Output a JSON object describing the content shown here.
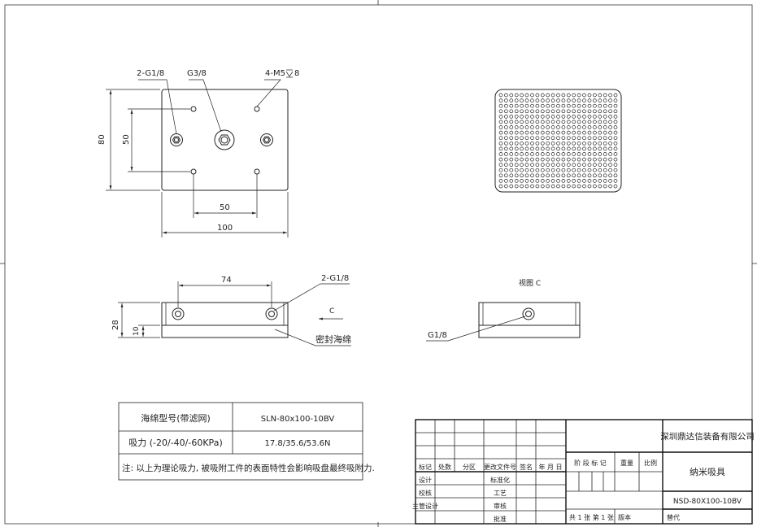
{
  "top_view": {
    "label_holes_g18": "2-G1/8",
    "label_center_port": "G3/8",
    "label_m5": "4-M5",
    "label_m5_depth": "8",
    "dim_width": "100",
    "dim_height": "80",
    "dim_hole_spacing_x": "50",
    "dim_hole_spacing_y": "50"
  },
  "side_view": {
    "dim_port_spacing": "74",
    "label_ports": "2-G1/8",
    "dim_total_height": "28",
    "dim_sponge_height": "10",
    "view_arrow_label": "C",
    "label_sponge": "密封海绵"
  },
  "view_c": {
    "title": "视图 C",
    "label_port": "G1/8"
  },
  "spec_table": {
    "rows": [
      {
        "label": "海绵型号(带滤网)",
        "value": "SLN-80x100-10BV"
      },
      {
        "label": "吸力 (-20/-40/-60KPa)",
        "value": "17.8/35.6/53.6N"
      }
    ],
    "note": "注: 以上为理论吸力, 被吸附工件的表面特性会影响吸盘最终吸附力."
  },
  "title_block": {
    "company": "深圳鼎达信装备有限公司",
    "part_name": "纳米吸具",
    "part_number": "NSD-80X100-10BV",
    "h_biaoji": "标记",
    "h_chushu": "处数",
    "h_fenqu": "分区",
    "h_gengai": "更改文件号",
    "h_qianming": "签名",
    "h_date": "年 月 日",
    "h_sheji": "设计",
    "h_biaozhunhua": "标准化",
    "h_jiaohe": "校核",
    "h_gongyi": "工艺",
    "h_zhuguan": "主管设计",
    "h_shenhe": "审核",
    "h_pizhun": "批准",
    "h_jieduan": "阶 段 标 记",
    "h_zhongliang": "重量",
    "h_bili": "比例",
    "h_sheets": "共 1 张   第 1 张",
    "h_banben": "版本",
    "h_tidai": "替代"
  }
}
